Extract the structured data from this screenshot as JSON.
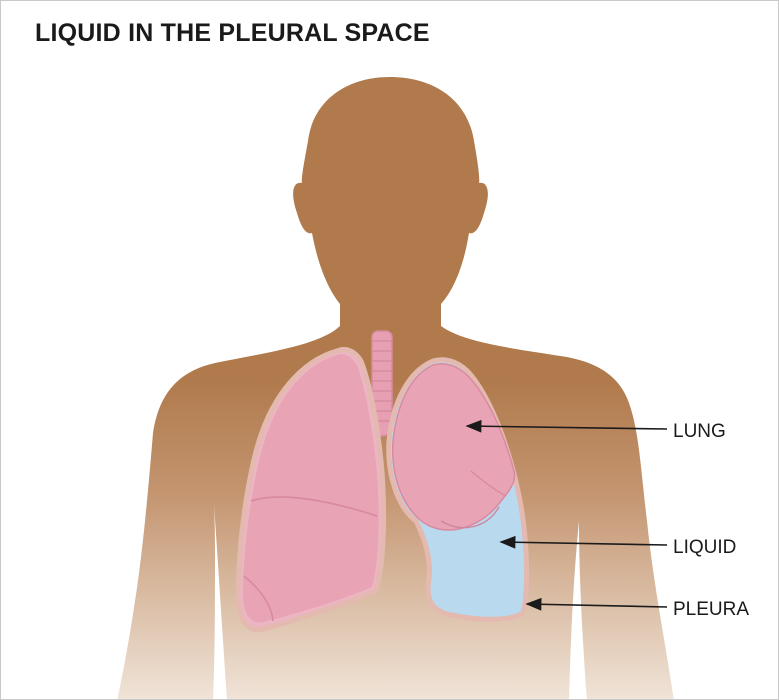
{
  "title": "LIQUID IN THE PLEURAL SPACE",
  "labels": {
    "lung": "LUNG",
    "liquid": "LIQUID",
    "pleura": "PLEURA"
  },
  "colors": {
    "skin_top": "#b07a4c",
    "skin_bottom": "#f0e4d8",
    "lung_fill": "#e8a3b4",
    "lung_outline": "#d98aa0",
    "pleura_outline": "#e3b9b0",
    "liquid_fill": "#b9d9ee",
    "trachea": "#e7a0b3",
    "arrow": "#1a1a1a"
  }
}
